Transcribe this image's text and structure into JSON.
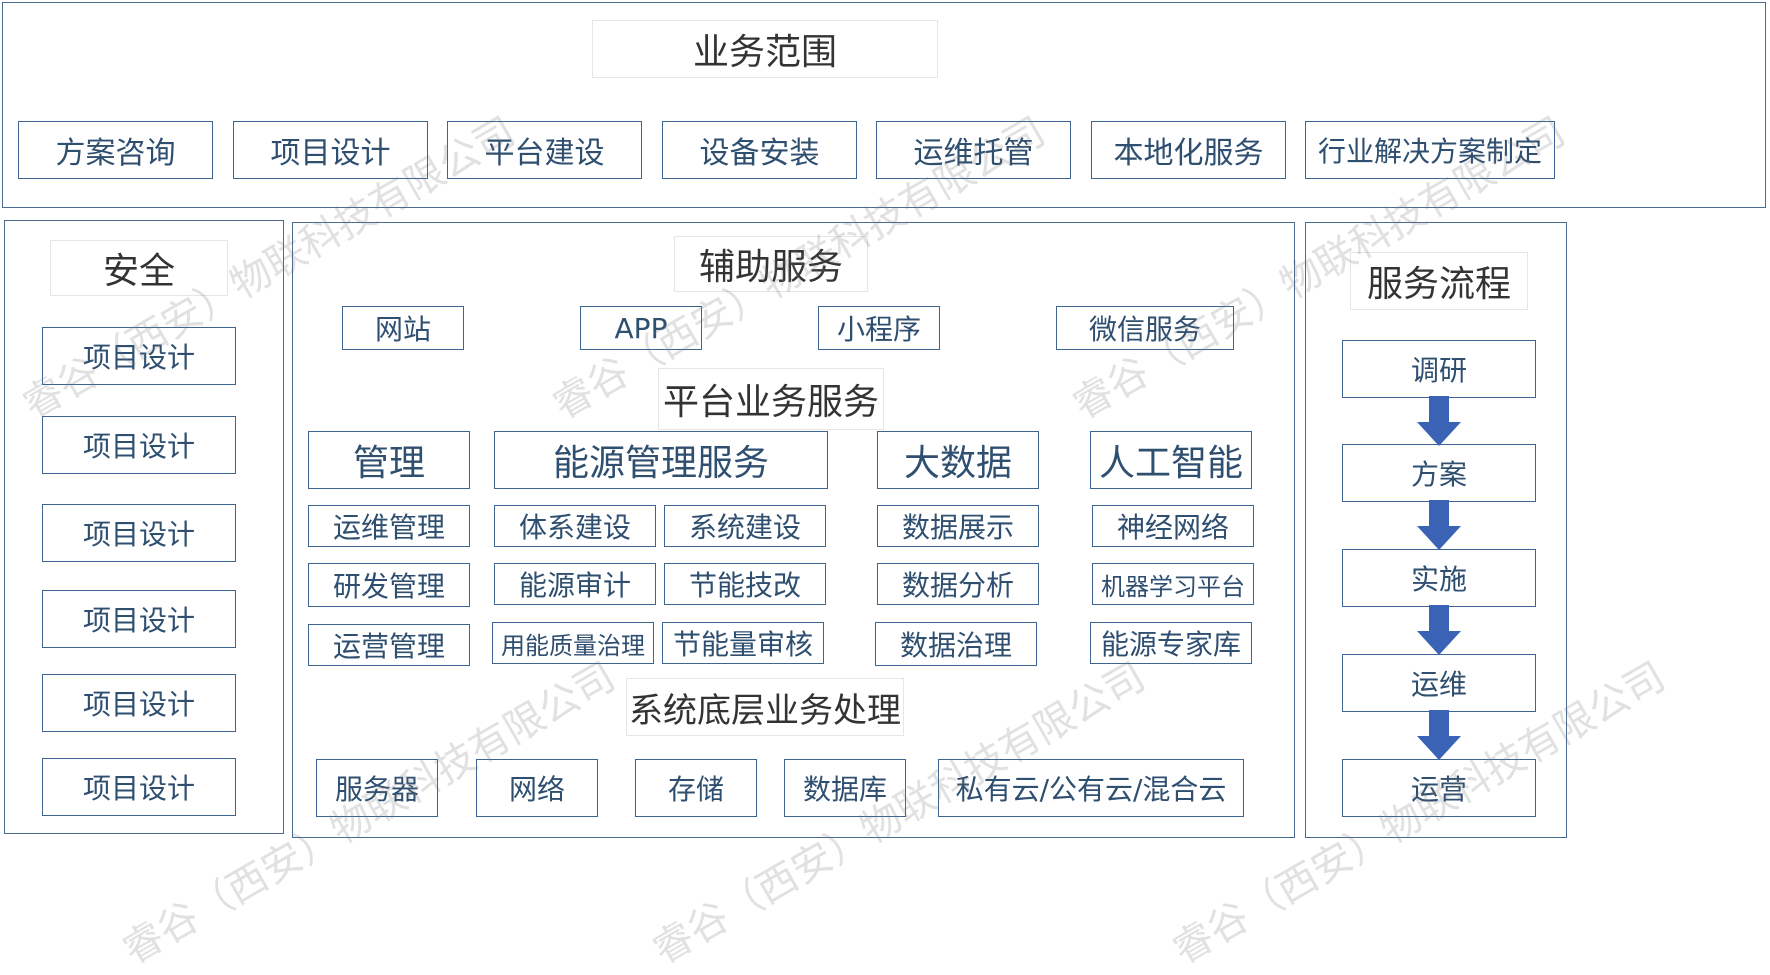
{
  "business_scope": {
    "title": "业务范围",
    "items": [
      "方案咨询",
      "项目设计",
      "平台建设",
      "设备安装",
      "运维托管",
      "本地化服务",
      "行业解决方案制定"
    ]
  },
  "security": {
    "title": "安全",
    "items": [
      "项目设计",
      "项目设计",
      "项目设计",
      "项目设计",
      "项目设计",
      "项目设计"
    ]
  },
  "auxiliary": {
    "title": "辅助服务",
    "items": [
      "网站",
      "APP",
      "小程序",
      "微信服务"
    ]
  },
  "platform": {
    "title": "平台业务服务",
    "management": {
      "header": "管理",
      "items": [
        "运维管理",
        "研发管理",
        "运营管理"
      ]
    },
    "energy": {
      "header": "能源管理服务",
      "items": [
        "体系建设",
        "系统建设",
        "能源审计",
        "节能技改",
        "用能质量治理",
        "节能量审核"
      ]
    },
    "bigdata": {
      "header": "大数据",
      "items": [
        "数据展示",
        "数据分析",
        "数据治理"
      ]
    },
    "ai": {
      "header": "人工智能",
      "items": [
        "神经网络",
        "机器学习平台",
        "能源专家库"
      ]
    }
  },
  "infrastructure": {
    "title": "系统底层业务处理",
    "items": [
      "服务器",
      "网络",
      "存储",
      "数据库",
      "私有云/公有云/混合云"
    ]
  },
  "process": {
    "title": "服务流程",
    "steps": [
      "调研",
      "方案",
      "实施",
      "运维",
      "运营"
    ]
  },
  "watermark": "睿谷（西安）物联科技有限公司",
  "colors": {
    "border": "#3d6590",
    "arrow": "#3a63b5",
    "text": "#2f4f70"
  }
}
